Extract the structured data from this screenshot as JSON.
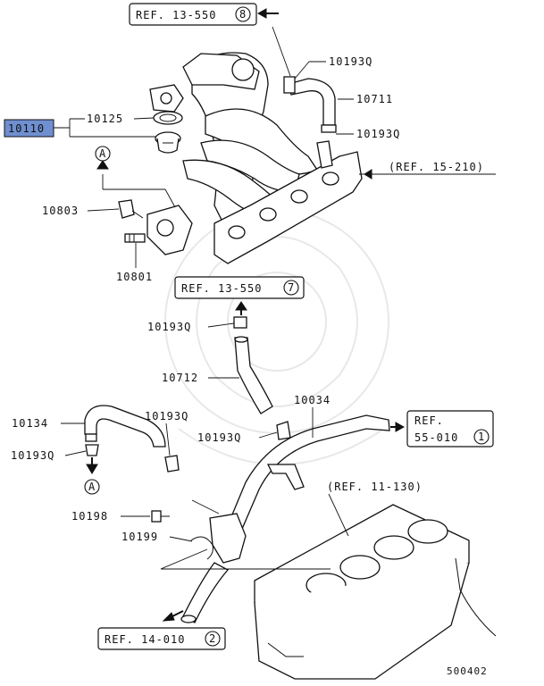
{
  "diagram_code": "500402",
  "highlight_color": "#6f8fd0",
  "callouts": {
    "main_part": "10110",
    "gasket": "10125",
    "sensor_10803": "10803",
    "plug_10801": "10801",
    "clamp_top_a": "10193Q",
    "hose_10711": "10711",
    "clamp_top_b": "10193Q",
    "clamp_mid": "10193Q",
    "hose_10712": "10712",
    "pipe_10034": "10034",
    "hose_10134": "10134",
    "clamp_left_a": "10193Q",
    "clamp_left_b": "10193Q",
    "clamp_mid_b": "10193Q",
    "bolt_10198": "10198",
    "ring_10199": "10199"
  },
  "refs": {
    "top_ref_text": "REF. 13-550",
    "top_ref_num": "8",
    "mid_ref_text": "REF. 13-550",
    "mid_ref_num": "7",
    "right_ref": "(REF. 15-210)",
    "box_ref_line1": "REF.",
    "box_ref_line2": "55-010",
    "box_ref_num": "1",
    "engine_ref": "(REF. 11-130)",
    "bottom_ref_text": "REF. 14-010",
    "bottom_ref_num": "2"
  },
  "markers": {
    "upper_a": "A",
    "lower_a": "A"
  }
}
